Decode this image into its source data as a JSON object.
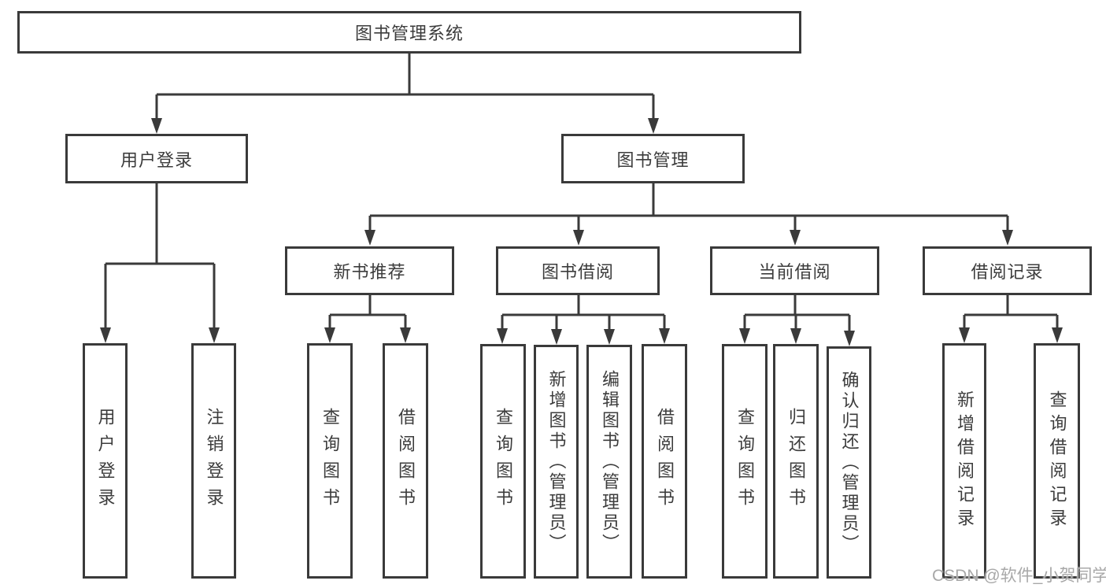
{
  "nodes": {
    "root": "图书管理系统",
    "user_login": "用户登录",
    "book_management": "图书管理",
    "new_book_recommend": "新书推荐",
    "book_borrow": "图书借阅",
    "current_borrow": "当前借阅",
    "borrow_records": "借阅记录",
    "leaf_user_login": "用户登录",
    "leaf_logout": "注销登录",
    "leaf_nbr_query_books": "查询图书",
    "leaf_nbr_borrow_books": "借阅图书",
    "leaf_bb_query_books": "查询图书",
    "leaf_bb_add_books": "新增图书（管理员）",
    "leaf_bb_edit_books": "编辑图书（管理员）",
    "leaf_bb_borrow_books": "借阅图书",
    "leaf_cb_query_books": "查询图书",
    "leaf_cb_return_books": "归还图书",
    "leaf_cb_confirm_return": "确认归还（管理员）",
    "leaf_br_add_record": "新增借阅记录",
    "leaf_br_query_record": "查询借阅记录"
  },
  "hierarchy": {
    "图书管理系统": [
      "用户登录",
      "图书管理"
    ],
    "用户登录": [
      "用户登录",
      "注销登录"
    ],
    "图书管理": [
      "新书推荐",
      "图书借阅",
      "当前借阅",
      "借阅记录"
    ],
    "新书推荐": [
      "查询图书",
      "借阅图书"
    ],
    "图书借阅": [
      "查询图书",
      "新增图书（管理员）",
      "编辑图书（管理员）",
      "借阅图书"
    ],
    "当前借阅": [
      "查询图书",
      "归还图书",
      "确认归还（管理员）"
    ],
    "借阅记录": [
      "新增借阅记录",
      "查询借阅记录"
    ]
  },
  "watermark": "CSDN @软件_小贺同学",
  "colors": {
    "line": "#3a3a3a",
    "text": "#3c3c3c",
    "watermark": "#a8a8a8",
    "background": "#ffffff"
  }
}
